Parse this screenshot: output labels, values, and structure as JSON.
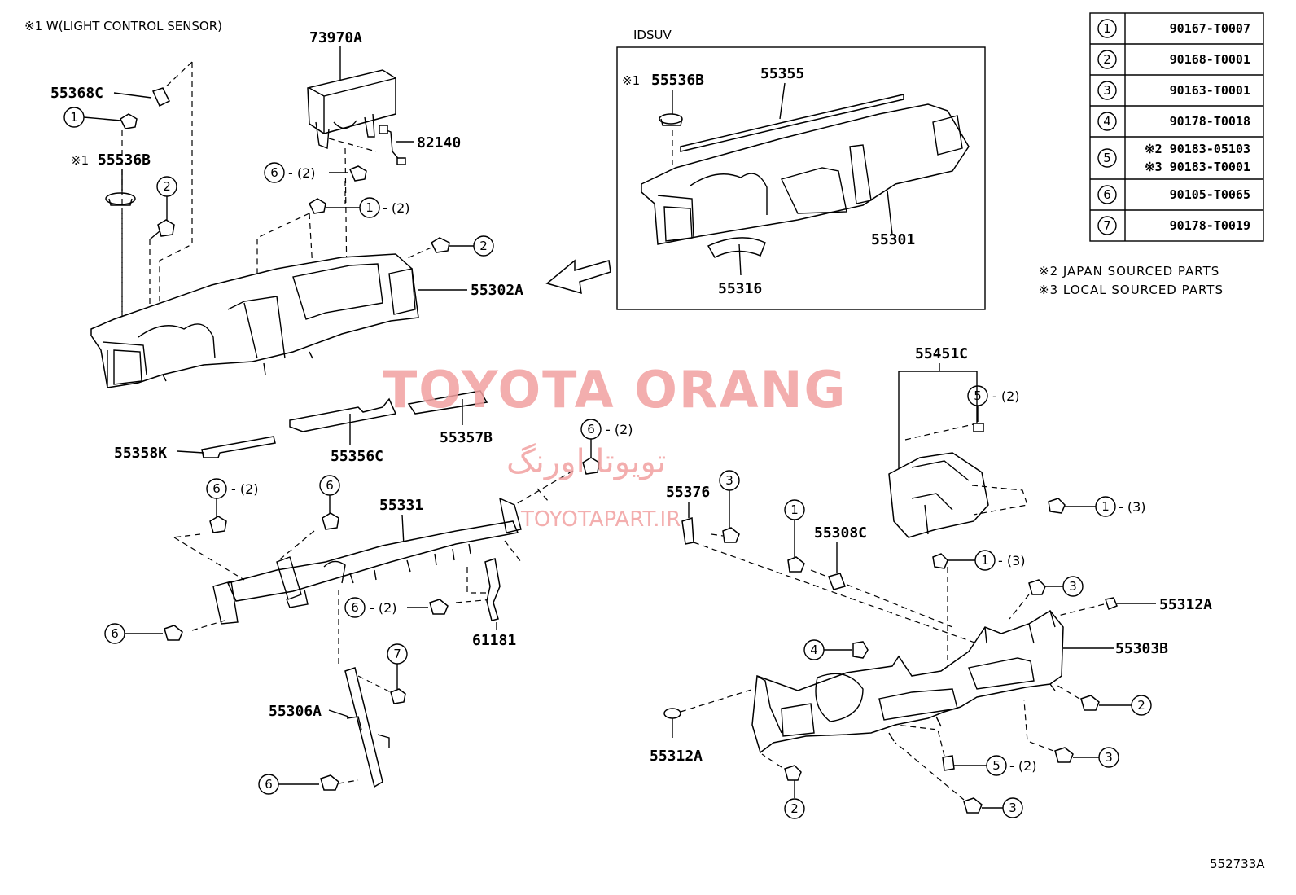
{
  "notes": {
    "note1": "※1  W(LIGHT CONTROL SENSOR)",
    "note2": "※2 JAPAN SOURCED PARTS",
    "note3": "※3 LOCAL SOURCED PARTS"
  },
  "inset": {
    "label": "IDSUV"
  },
  "bolt_table": [
    {
      "num": "1",
      "codes": [
        "90167-T0007"
      ]
    },
    {
      "num": "2",
      "codes": [
        "90168-T0001"
      ]
    },
    {
      "num": "3",
      "codes": [
        "90163-T0001"
      ]
    },
    {
      "num": "4",
      "codes": [
        "90178-T0018"
      ]
    },
    {
      "num": "5",
      "codes": [
        "※2  90183-05103",
        "※3  90183-T0001"
      ]
    },
    {
      "num": "6",
      "codes": [
        "90105-T0065"
      ]
    },
    {
      "num": "7",
      "codes": [
        "90178-T0019"
      ]
    }
  ],
  "parts": {
    "p73970A": "73970A",
    "p55368C": "55368C",
    "p82140": "82140",
    "p55536B": "55536B",
    "p55536B_mark": "※1",
    "p55302A": "55302A",
    "p55355": "55355",
    "p55536B_inset": "55536B",
    "p55536B_inset_mark": "※1",
    "p55301": "55301",
    "p55316": "55316",
    "p55358K": "55358K",
    "p55356C": "55356C",
    "p55357B": "55357B",
    "p55331": "55331",
    "p61181": "61181",
    "p55306A": "55306A",
    "p55376": "55376",
    "p55308C": "55308C",
    "p55451C": "55451C",
    "p55312A_right": "55312A",
    "p55303B": "55303B",
    "p55312A_left": "55312A"
  },
  "callouts": {
    "c1": {
      "num": "1",
      "qty": ""
    },
    "c6_top": {
      "num": "6",
      "qty": "- (2)"
    },
    "c1_top": {
      "num": "1",
      "qty": "- (2)"
    },
    "c2_left": {
      "num": "2",
      "qty": ""
    },
    "c2_dash": {
      "num": "2",
      "qty": ""
    },
    "c6_a": {
      "num": "6",
      "qty": "- (2)"
    },
    "c6_b": {
      "num": "6",
      "qty": ""
    },
    "c6_c": {
      "num": "6",
      "qty": "- (2)"
    },
    "c6_d": {
      "num": "6",
      "qty": "- (2)"
    },
    "c6_e": {
      "num": "6",
      "qty": ""
    },
    "c7": {
      "num": "7",
      "qty": ""
    },
    "c6_f": {
      "num": "6",
      "qty": ""
    },
    "c3_a": {
      "num": "3",
      "qty": ""
    },
    "c1_b": {
      "num": "1",
      "qty": ""
    },
    "c5_a": {
      "num": "5",
      "qty": "- (2)"
    },
    "c1_c": {
      "num": "1",
      "qty": "- (3)"
    },
    "c1_d": {
      "num": "1",
      "qty": "- (3)"
    },
    "c3_b": {
      "num": "3",
      "qty": ""
    },
    "c4": {
      "num": "4",
      "qty": ""
    },
    "c2_b": {
      "num": "2",
      "qty": ""
    },
    "c3_c": {
      "num": "3",
      "qty": ""
    },
    "c5_b": {
      "num": "5",
      "qty": "- (2)"
    },
    "c2_c": {
      "num": "2",
      "qty": ""
    },
    "c3_d": {
      "num": "3",
      "qty": ""
    }
  },
  "watermark": {
    "main": "TOYOTA ORANG",
    "persian": "تویوتا اورنگ",
    "site": "TOYOTAPART.IR",
    "color": "#f2a0a0"
  },
  "diagram_code": "552733A"
}
